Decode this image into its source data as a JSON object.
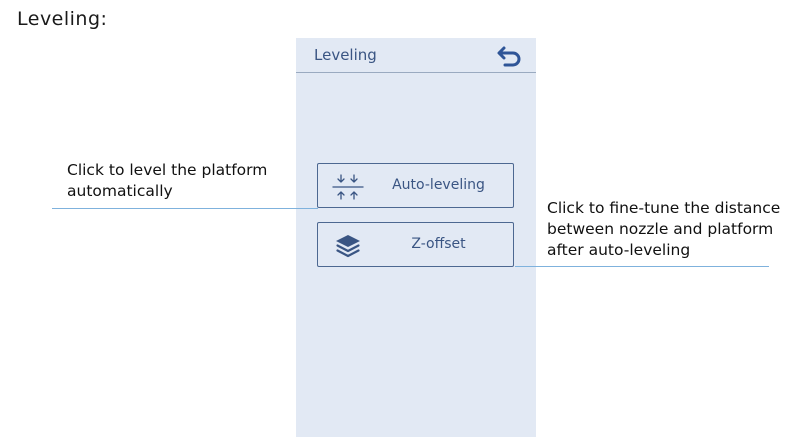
{
  "page": {
    "heading": "Leveling:"
  },
  "screen": {
    "title": "Leveling",
    "back_icon": "back-arrow-icon",
    "buttons": [
      {
        "label": "Auto-leveling",
        "icon": "arrows-converge-icon"
      },
      {
        "label": "Z-offset",
        "icon": "layers-icon"
      }
    ]
  },
  "annotations": {
    "auto_leveling": "Click to level the platform automatically",
    "z_offset": "Click to fine-tune the distance between nozzle and platform after auto-leveling"
  },
  "colors": {
    "screen_bg": "#e2e9f4",
    "accent": "#3a5583",
    "border": "#4d6891",
    "leader_line": "#7fb2dd"
  }
}
